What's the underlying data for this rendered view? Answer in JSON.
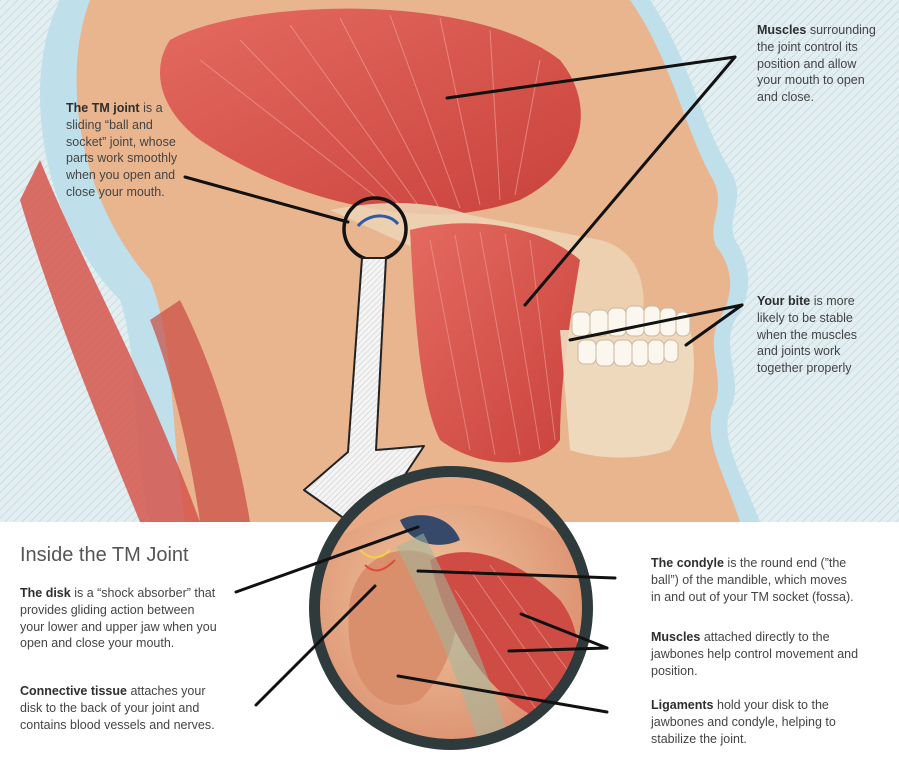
{
  "title": "Inside the TM Joint",
  "top_notes": {
    "tm_joint": {
      "term": "The TM joint",
      "text": " is a sliding “ball and socket” joint, whose parts work smoothly when you open and close your mouth."
    },
    "muscles": {
      "term": "Muscles",
      "text": " surrounding the joint control its position and allow your mouth to open and close."
    },
    "bite": {
      "term": "Your bite",
      "text": " is more likely to be stable when the muscles and joints work together properly"
    }
  },
  "bottom_notes": {
    "disk": {
      "term": "The disk",
      "text": " is a “shock absorber” that provides gliding action between your lower and upper jaw when you open and close your mouth."
    },
    "connective": {
      "term": "Connective tissue",
      "text": " attaches your disk to the back of your joint and contains blood vessels and nerves."
    },
    "condyle": {
      "term": "The condyle",
      "text": " is the round end (”the ball”) of the mandible, which moves in and out of your TM socket (fossa)."
    },
    "muscles2": {
      "term": "Muscles",
      "text": " attached directly to the jawbones help control movement and position."
    },
    "ligaments": {
      "term": "Ligaments",
      "text": " hold your disk to the jawbones and condyle, helping to stabilize the joint."
    }
  },
  "colors": {
    "background_upper": "#cfe4ea",
    "muscle": "#d9534f",
    "skin": "#f1c9a8",
    "leader_line": "#111111"
  }
}
